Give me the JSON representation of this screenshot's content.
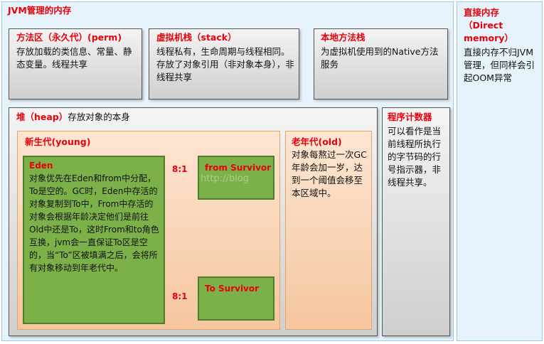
{
  "outer": {
    "title": "JVM管理的内存"
  },
  "method_area": {
    "title": "方法区（永久代）(perm)",
    "desc": "存放加载的类信息、常量、静态变量。线程共享"
  },
  "vm_stack": {
    "title": "虚拟机栈（stack）",
    "desc": "线程私有，生命周期与线程相同。存放了对象引用（非对象本身），非线程共享"
  },
  "native_stack": {
    "title": "本地方法栈",
    "desc": "为虚拟机使用到的Native方法服务"
  },
  "heap": {
    "title": "堆（heap）",
    "desc": "存放对象的本身"
  },
  "young": {
    "title": "新生代(young)"
  },
  "eden": {
    "title": "Eden",
    "desc": "对象优先在Eden和from中分配，To是空的。GC时，Eden中存活的对象复制到To中，From中存活的对象会根据年龄决定他们是前往Old中还是To，这时From和to角色互换，jvm会一直保证To区是空的，当“To”区被填满之后，会将所有对象移动到年老代中。"
  },
  "ratio_top": "8:1",
  "ratio_bottom": "8:1",
  "from_survivor": {
    "title": "from Survivor"
  },
  "to_survivor": {
    "title": "To Survivor"
  },
  "old": {
    "title": "老年代(old)",
    "desc": "对象每熬过一次GC年龄会加一岁，达到一个阈值会移至本区域中。"
  },
  "pc_register": {
    "title": "程序计数器",
    "desc": "可以看作是当前线程所执行的字节码的行号指示器，非线程共享。"
  },
  "direct_memory": {
    "title": "直接内存（Direct memory）",
    "desc": "直接内存不归JVM管理，但同样会引起OOM异常"
  },
  "watermark": "http://blog"
}
